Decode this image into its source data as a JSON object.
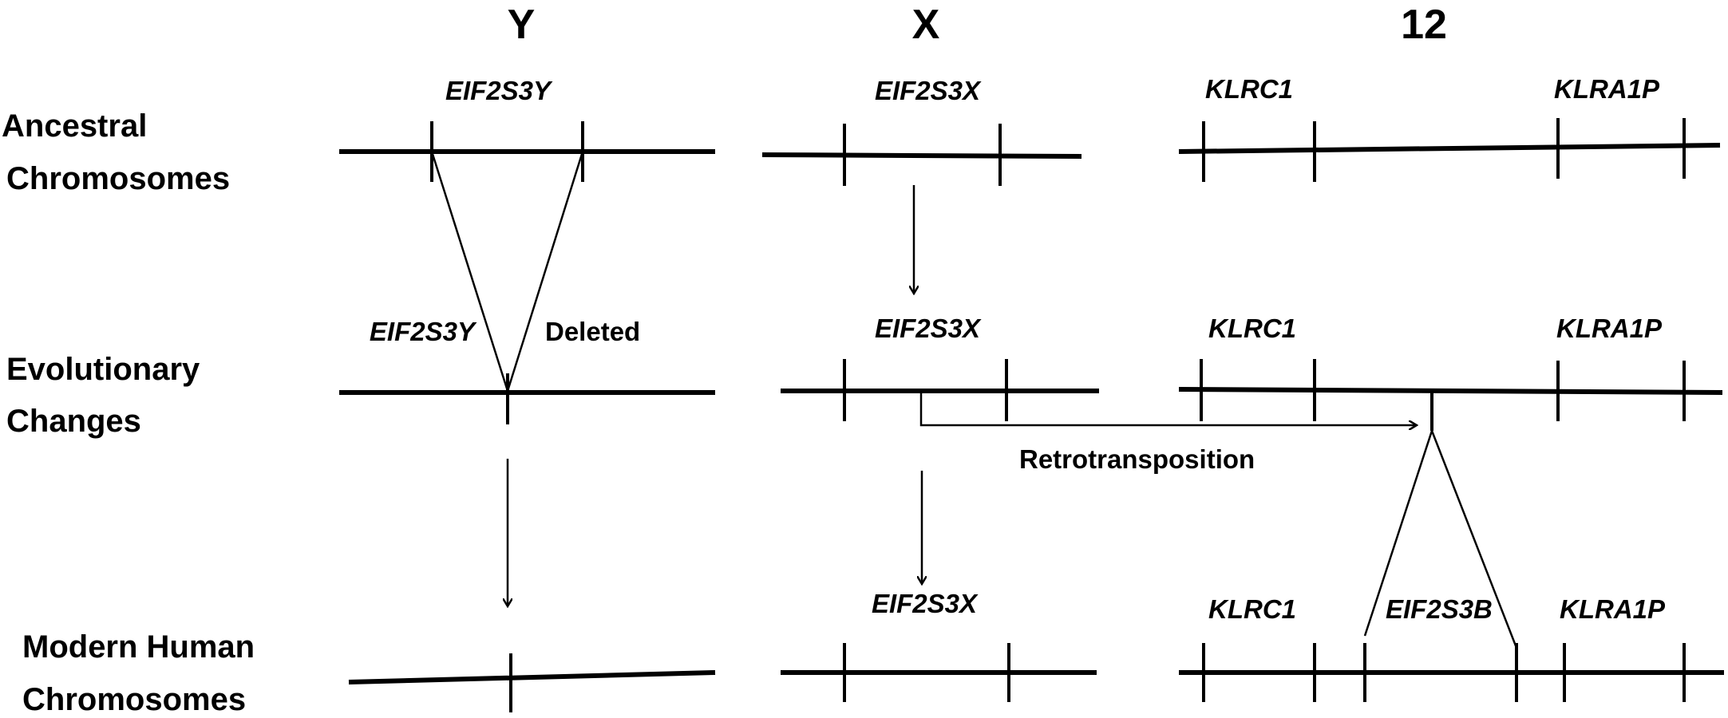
{
  "columns": {
    "y": "Y",
    "x": "X",
    "chr12": "12"
  },
  "rows": {
    "ancestral": [
      "Ancestral",
      "Chromosomes"
    ],
    "evolutionary": [
      "Evolutionary",
      "Changes"
    ],
    "modern": [
      "Modern Human",
      "Chromosomes"
    ]
  },
  "genes": {
    "eif2s3y": "EIF2S3Y",
    "eif2s3x": "EIF2S3X",
    "klrc1": "KLRC1",
    "klra1p": "KLRA1P",
    "eif2s3b": "EIF2S3B"
  },
  "annotations": {
    "deleted": "Deleted",
    "retrotransposition": "Retrotransposition"
  }
}
